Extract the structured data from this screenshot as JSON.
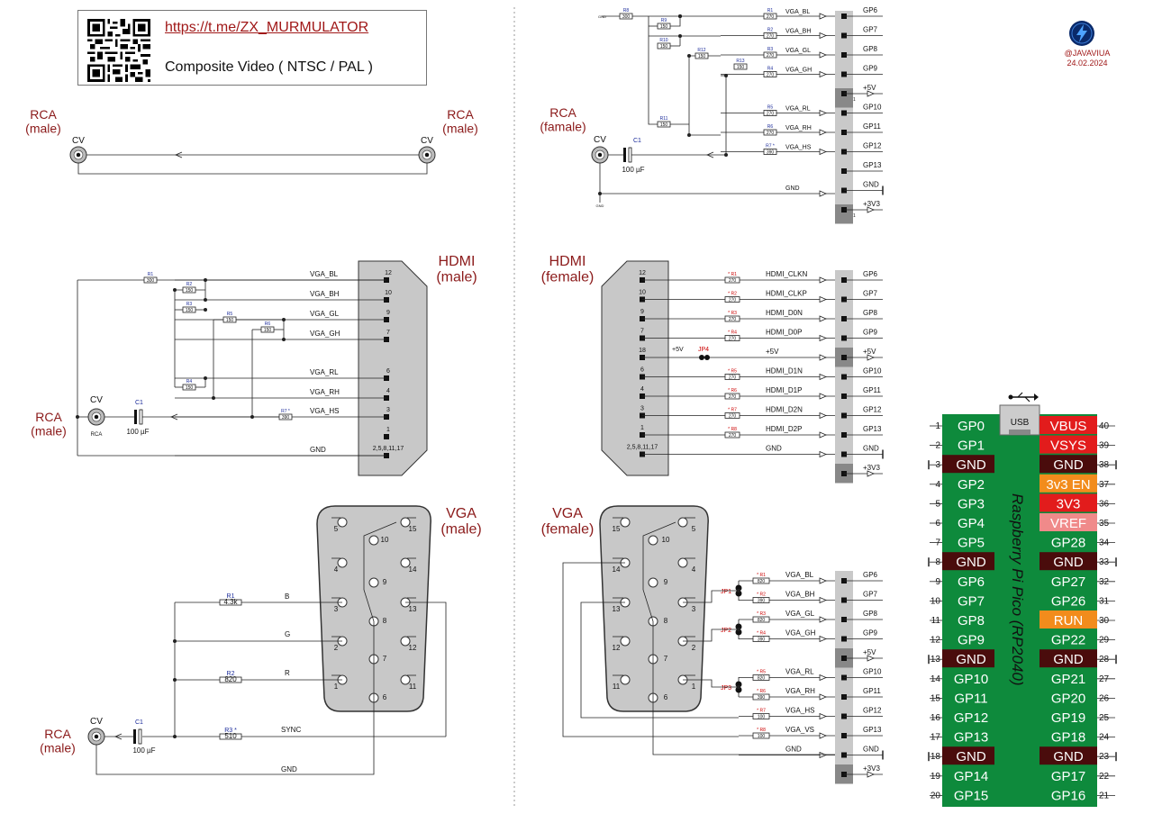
{
  "header": {
    "link": "https://t.me/ZX_MURMULATOR",
    "subtitle": "Composite Video  ( NTSC / PAL )"
  },
  "author": {
    "handle": "@JAVAVIUA",
    "date": "24.02.2024"
  },
  "colors": {
    "title": "#8b1a1a",
    "pico_board": "#0e8a3c",
    "pin_dark": "#4a0c0c",
    "pin_red": "#e21c1c",
    "pin_orange": "#f28c1c",
    "pin_pink": "#f08a8a",
    "connector_fill": "#c8c8c8",
    "header_strip": "#c9c9c9"
  },
  "icons": {
    "avatar": "lightning-logo-icon",
    "usb": "usb-icon"
  },
  "rca_to_rca": {
    "left_label": "RCA\n(male)",
    "right_label": "RCA\n(male)",
    "cv": "CV"
  },
  "vga_female_header": {
    "label": "RCA\n(famale)",
    "cv": "CV",
    "cap": {
      "name": "C1",
      "value": "100 µF"
    },
    "gnd_small": "GND",
    "resistors": [
      {
        "name": "R8",
        "value": "300"
      },
      {
        "name": "R9",
        "value": "150"
      },
      {
        "name": "R10",
        "value": "150"
      },
      {
        "name": "R12",
        "value": "150"
      },
      {
        "name": "R13",
        "value": "150"
      },
      {
        "name": "R11",
        "value": "150"
      },
      {
        "name": "R1",
        "value": "270"
      },
      {
        "name": "R2",
        "value": "270"
      },
      {
        "name": "R3",
        "value": "270"
      },
      {
        "name": "R4",
        "value": "270"
      },
      {
        "name": "R5",
        "value": "270"
      },
      {
        "name": "R6",
        "value": "270"
      },
      {
        "name": "R7 *",
        "value": "390"
      }
    ],
    "rows": [
      {
        "signal": "VGA_BL",
        "gp": "GP6"
      },
      {
        "signal": "VGA_BH",
        "gp": "GP7"
      },
      {
        "signal": "VGA_GL",
        "gp": "GP8"
      },
      {
        "signal": "VGA_GH",
        "gp": "GP9"
      },
      {
        "signal": "",
        "gp": "+5V"
      },
      {
        "signal": "VGA_RL",
        "gp": "GP10"
      },
      {
        "signal": "VGA_RH",
        "gp": "GP11"
      },
      {
        "signal": "VGA_HS",
        "gp": "GP12"
      },
      {
        "signal": "",
        "gp": "GP13"
      },
      {
        "signal": "GND",
        "gp": "GND"
      },
      {
        "signal": "",
        "gp": "+3V3"
      }
    ]
  },
  "hdmi_male": {
    "title": "HDMI\n(male)",
    "rca_label": "RCA\n(male)",
    "cv": "CV",
    "rca_small": "RCA",
    "cap": {
      "name": "C1",
      "value": "100 µF"
    },
    "resistors": [
      {
        "name": "R1",
        "value": "300"
      },
      {
        "name": "R2",
        "value": "150"
      },
      {
        "name": "R3",
        "value": "150"
      },
      {
        "name": "R5",
        "value": "150"
      },
      {
        "name": "R6",
        "value": "150"
      },
      {
        "name": "R4",
        "value": "150"
      },
      {
        "name": "R7 *",
        "value": "390"
      }
    ],
    "pins": [
      {
        "signal": "VGA_BL",
        "pin": "12"
      },
      {
        "signal": "VGA_BH",
        "pin": "10"
      },
      {
        "signal": "VGA_GL",
        "pin": "9"
      },
      {
        "signal": "VGA_GH",
        "pin": "7"
      },
      {
        "signal": "VGA_RL",
        "pin": "6"
      },
      {
        "signal": "VGA_RH",
        "pin": "4"
      },
      {
        "signal": "VGA_HS",
        "pin": "3"
      },
      {
        "signal": "",
        "pin": "1"
      },
      {
        "signal": "GND",
        "pin": "2,5,8,11,17"
      }
    ]
  },
  "hdmi_female": {
    "title": "HDMI\n(female)",
    "jp": "JP4",
    "plus5": "+5V",
    "pins": [
      {
        "pin": "12",
        "r": "* R1",
        "rv": "270",
        "signal": "HDMI_CLKN",
        "gp": "GP6"
      },
      {
        "pin": "10",
        "r": "* R2",
        "rv": "270",
        "signal": "HDMI_CLKP",
        "gp": "GP7"
      },
      {
        "pin": "9",
        "r": "* R3",
        "rv": "270",
        "signal": "HDMI_D0N",
        "gp": "GP8"
      },
      {
        "pin": "7",
        "r": "* R4",
        "rv": "270",
        "signal": "HDMI_D0P",
        "gp": "GP9"
      },
      {
        "pin": "18",
        "r": "",
        "rv": "",
        "signal": "+5V",
        "gp": "+5V"
      },
      {
        "pin": "6",
        "r": "* R5",
        "rv": "270",
        "signal": "HDMI_D1N",
        "gp": "GP10"
      },
      {
        "pin": "4",
        "r": "* R6",
        "rv": "270",
        "signal": "HDMI_D1P",
        "gp": "GP11"
      },
      {
        "pin": "3",
        "r": "* R7",
        "rv": "270",
        "signal": "HDMI_D2N",
        "gp": "GP12"
      },
      {
        "pin": "1",
        "r": "* R8",
        "rv": "270",
        "signal": "HDMI_D2P",
        "gp": "GP13"
      },
      {
        "pin": "2,5,8,11,17",
        "r": "",
        "rv": "",
        "signal": "GND",
        "gp": "GND"
      },
      {
        "pin": "",
        "r": "",
        "rv": "",
        "signal": "",
        "gp": "+3V3"
      }
    ]
  },
  "vga_male": {
    "title": "VGA\n(male)",
    "rca_label": "RCA\n(male)",
    "cv": "CV",
    "cap": {
      "name": "C1",
      "value": "100 µF"
    },
    "gnd": "GND",
    "resistors": [
      {
        "name": "R1",
        "value": "4.3k",
        "signal": "B"
      },
      {
        "name": "",
        "value": "",
        "signal": "G"
      },
      {
        "name": "R2",
        "value": "820",
        "signal": "R"
      },
      {
        "name": "R3 *",
        "value": "510",
        "signal": "SYNC"
      }
    ],
    "pins_left": [
      "5",
      "4",
      "3",
      "2",
      "1"
    ],
    "pins_mid": [
      "10",
      "9",
      "8",
      "7",
      "6"
    ],
    "pins_right": [
      "15",
      "14",
      "13",
      "12",
      "11"
    ]
  },
  "vga_female": {
    "title": "VGA\n(female)",
    "pins_left": [
      "15",
      "14",
      "13",
      "12",
      "11"
    ],
    "pins_mid": [
      "10",
      "9",
      "8",
      "7",
      "6"
    ],
    "pins_right": [
      "5",
      "4",
      "3",
      "2",
      "1"
    ],
    "jumpers": [
      "JP1",
      "JP2",
      "JP3"
    ],
    "rows": [
      {
        "r": "* R1",
        "rv": "820",
        "signal": "VGA_BL",
        "gp": "GP6"
      },
      {
        "r": "* R2",
        "rv": "390",
        "signal": "VGA_BH",
        "gp": "GP7"
      },
      {
        "r": "* R3",
        "rv": "820",
        "signal": "VGA_GL",
        "gp": "GP8"
      },
      {
        "r": "* R4",
        "rv": "390",
        "signal": "VGA_GH",
        "gp": "GP9"
      },
      {
        "r": "",
        "rv": "",
        "signal": "",
        "gp": "+5V"
      },
      {
        "r": "* R5",
        "rv": "820",
        "signal": "VGA_RL",
        "gp": "GP10"
      },
      {
        "r": "* R6",
        "rv": "390",
        "signal": "VGA_RH",
        "gp": "GP11"
      },
      {
        "r": "* R7",
        "rv": "100",
        "signal": "VGA_HS",
        "gp": "GP12"
      },
      {
        "r": "* R8",
        "rv": "100",
        "signal": "VGA_VS",
        "gp": "GP13"
      },
      {
        "r": "",
        "rv": "",
        "signal": "GND",
        "gp": "GND"
      },
      {
        "r": "",
        "rv": "",
        "signal": "",
        "gp": "+3V3"
      }
    ]
  },
  "pico": {
    "name": "Raspberry Pi Pico   (RP2040)",
    "usb": "USB",
    "left": [
      {
        "num": "1",
        "label": "GP0",
        "kind": "gp"
      },
      {
        "num": "2",
        "label": "GP1",
        "kind": "gp"
      },
      {
        "num": "3",
        "label": "GND",
        "kind": "gnd"
      },
      {
        "num": "4",
        "label": "GP2",
        "kind": "gp"
      },
      {
        "num": "5",
        "label": "GP3",
        "kind": "gp"
      },
      {
        "num": "6",
        "label": "GP4",
        "kind": "gp"
      },
      {
        "num": "7",
        "label": "GP5",
        "kind": "gp"
      },
      {
        "num": "8",
        "label": "GND",
        "kind": "gnd"
      },
      {
        "num": "9",
        "label": "GP6",
        "kind": "gp"
      },
      {
        "num": "10",
        "label": "GP7",
        "kind": "gp"
      },
      {
        "num": "11",
        "label": "GP8",
        "kind": "gp"
      },
      {
        "num": "12",
        "label": "GP9",
        "kind": "gp"
      },
      {
        "num": "13",
        "label": "GND",
        "kind": "gnd"
      },
      {
        "num": "14",
        "label": "GP10",
        "kind": "gp"
      },
      {
        "num": "15",
        "label": "GP11",
        "kind": "gp"
      },
      {
        "num": "16",
        "label": "GP12",
        "kind": "gp"
      },
      {
        "num": "17",
        "label": "GP13",
        "kind": "gp"
      },
      {
        "num": "18",
        "label": "GND",
        "kind": "gnd"
      },
      {
        "num": "19",
        "label": "GP14",
        "kind": "gp"
      },
      {
        "num": "20",
        "label": "GP15",
        "kind": "gp"
      }
    ],
    "right": [
      {
        "num": "40",
        "label": "VBUS",
        "kind": "red"
      },
      {
        "num": "39",
        "label": "VSYS",
        "kind": "red"
      },
      {
        "num": "38",
        "label": "GND",
        "kind": "gnd"
      },
      {
        "num": "37",
        "label": "3v3 EN",
        "kind": "orange"
      },
      {
        "num": "36",
        "label": "3V3",
        "kind": "red"
      },
      {
        "num": "35",
        "label": "VREF",
        "kind": "pink"
      },
      {
        "num": "34",
        "label": "GP28",
        "kind": "gp"
      },
      {
        "num": "33",
        "label": "GND",
        "kind": "gnd"
      },
      {
        "num": "32",
        "label": "GP27",
        "kind": "gp"
      },
      {
        "num": "31",
        "label": "GP26",
        "kind": "gp"
      },
      {
        "num": "30",
        "label": "RUN",
        "kind": "orange"
      },
      {
        "num": "29",
        "label": "GP22",
        "kind": "gp"
      },
      {
        "num": "28",
        "label": "GND",
        "kind": "gnd"
      },
      {
        "num": "27",
        "label": "GP21",
        "kind": "gp"
      },
      {
        "num": "26",
        "label": "GP20",
        "kind": "gp"
      },
      {
        "num": "25",
        "label": "GP19",
        "kind": "gp"
      },
      {
        "num": "24",
        "label": "GP18",
        "kind": "gp"
      },
      {
        "num": "23",
        "label": "GND",
        "kind": "gnd"
      },
      {
        "num": "22",
        "label": "GP17",
        "kind": "gp"
      },
      {
        "num": "21",
        "label": "GP16",
        "kind": "gp"
      }
    ]
  }
}
